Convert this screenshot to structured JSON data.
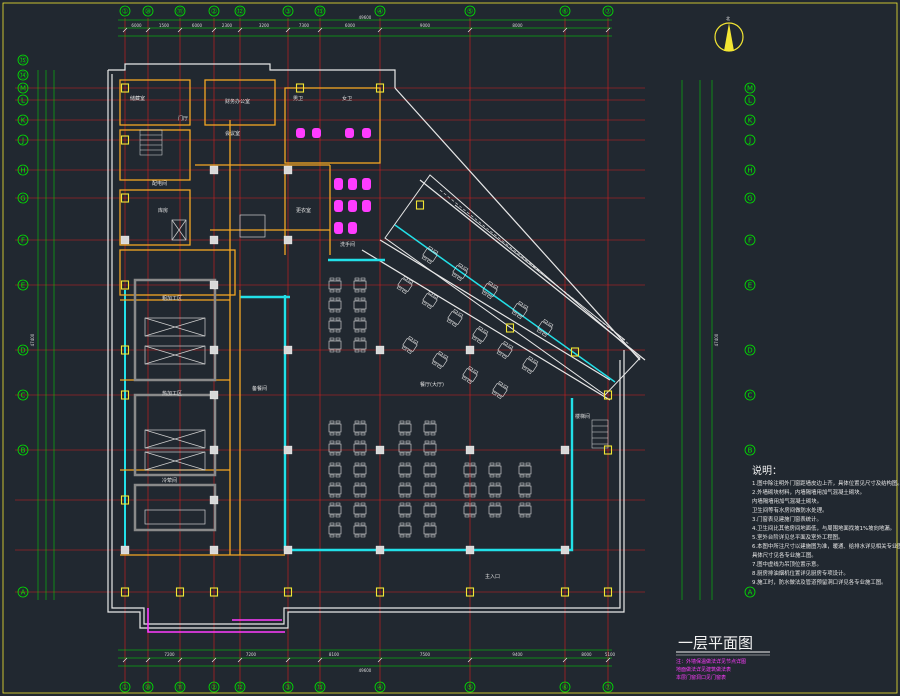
{
  "title": "一层平面图",
  "notes": {
    "heading": "说明：",
    "items": [
      "1.图中除注明外门窗距墙皮边上齐，具体位置见尺寸及结构图。",
      "2.外墙砌块材料，内墙隔墙用加气混凝土砌块。",
      "   内墙隔墙用加气混凝土砌块。",
      "   卫生间等有水房间做防水处理。",
      "3.门窗表见建施门窗表统计。",
      "4.卫生间比其他房间地面低，与周围地面找坡1%坡向地漏。",
      "5.室外台阶详见总平面及室外工程图。",
      "6.本图中所注尺寸以建施图为准，暖通、给排水详见相关专业图纸。",
      "   具体尺寸见各专业施工图。",
      "7.图中虚线为吊顶位置示意。",
      "8.厨房排油烟机位置详见厨房专项设计。",
      "9.施工时，防水做法及管道预留洞口详见各专业施工图。"
    ]
  },
  "footnote": [
    "注：外墙保温做法详见节点详图",
    "    地面做法详见建筑做法表",
    "    本层门窗洞口见门窗表"
  ],
  "axes": {
    "top": [
      "①",
      "⑩",
      "⑪",
      "②",
      "⑫",
      "③",
      "⑬",
      "④",
      "⑤",
      "⑥",
      "⑦"
    ],
    "left": [
      "⑮",
      "⑭",
      "M",
      "L",
      "K",
      "J",
      "H",
      "G",
      "F",
      "E",
      "D",
      "C",
      "B",
      "A"
    ],
    "right": [
      "M",
      "L",
      "K",
      "J",
      "H",
      "G",
      "F",
      "E",
      "D",
      "C",
      "B",
      "A"
    ]
  },
  "dims": {
    "top_total": "49600",
    "bottom_total": "49600",
    "top_bays": [
      "6000",
      "1500",
      "6000",
      "2300",
      "3200",
      "7300",
      "6000",
      "9000",
      "8000"
    ],
    "bottom_bays": [
      "7200",
      "7200",
      "8100",
      "7500",
      "9400",
      "8000",
      "5100"
    ],
    "left_total": "47400",
    "right_total": "47400"
  },
  "rooms": [
    {
      "name": "储藏室"
    },
    {
      "name": "门厅"
    },
    {
      "name": "财务办公室"
    },
    {
      "name": "会议室"
    },
    {
      "name": "男卫"
    },
    {
      "name": "女卫"
    },
    {
      "name": "更衣室"
    },
    {
      "name": "洗手间"
    },
    {
      "name": "餐厅(大厅)"
    },
    {
      "name": "粗加工区"
    },
    {
      "name": "热加工区"
    },
    {
      "name": "冷荤间"
    },
    {
      "name": "备餐间"
    },
    {
      "name": "库房"
    },
    {
      "name": "配电间"
    },
    {
      "name": "楼梯间"
    },
    {
      "name": "主入口"
    }
  ],
  "colors": {
    "background": "#212830",
    "grid": "#d81e1e",
    "axis": "#00e600",
    "wall": "#e8e8e8",
    "partition": "#f5a623",
    "cyan": "#22e0e8",
    "magenta": "#ff3cff",
    "column": "#d8d8d8",
    "yellow_column": "#f3e633"
  },
  "north": {
    "label": "北"
  }
}
